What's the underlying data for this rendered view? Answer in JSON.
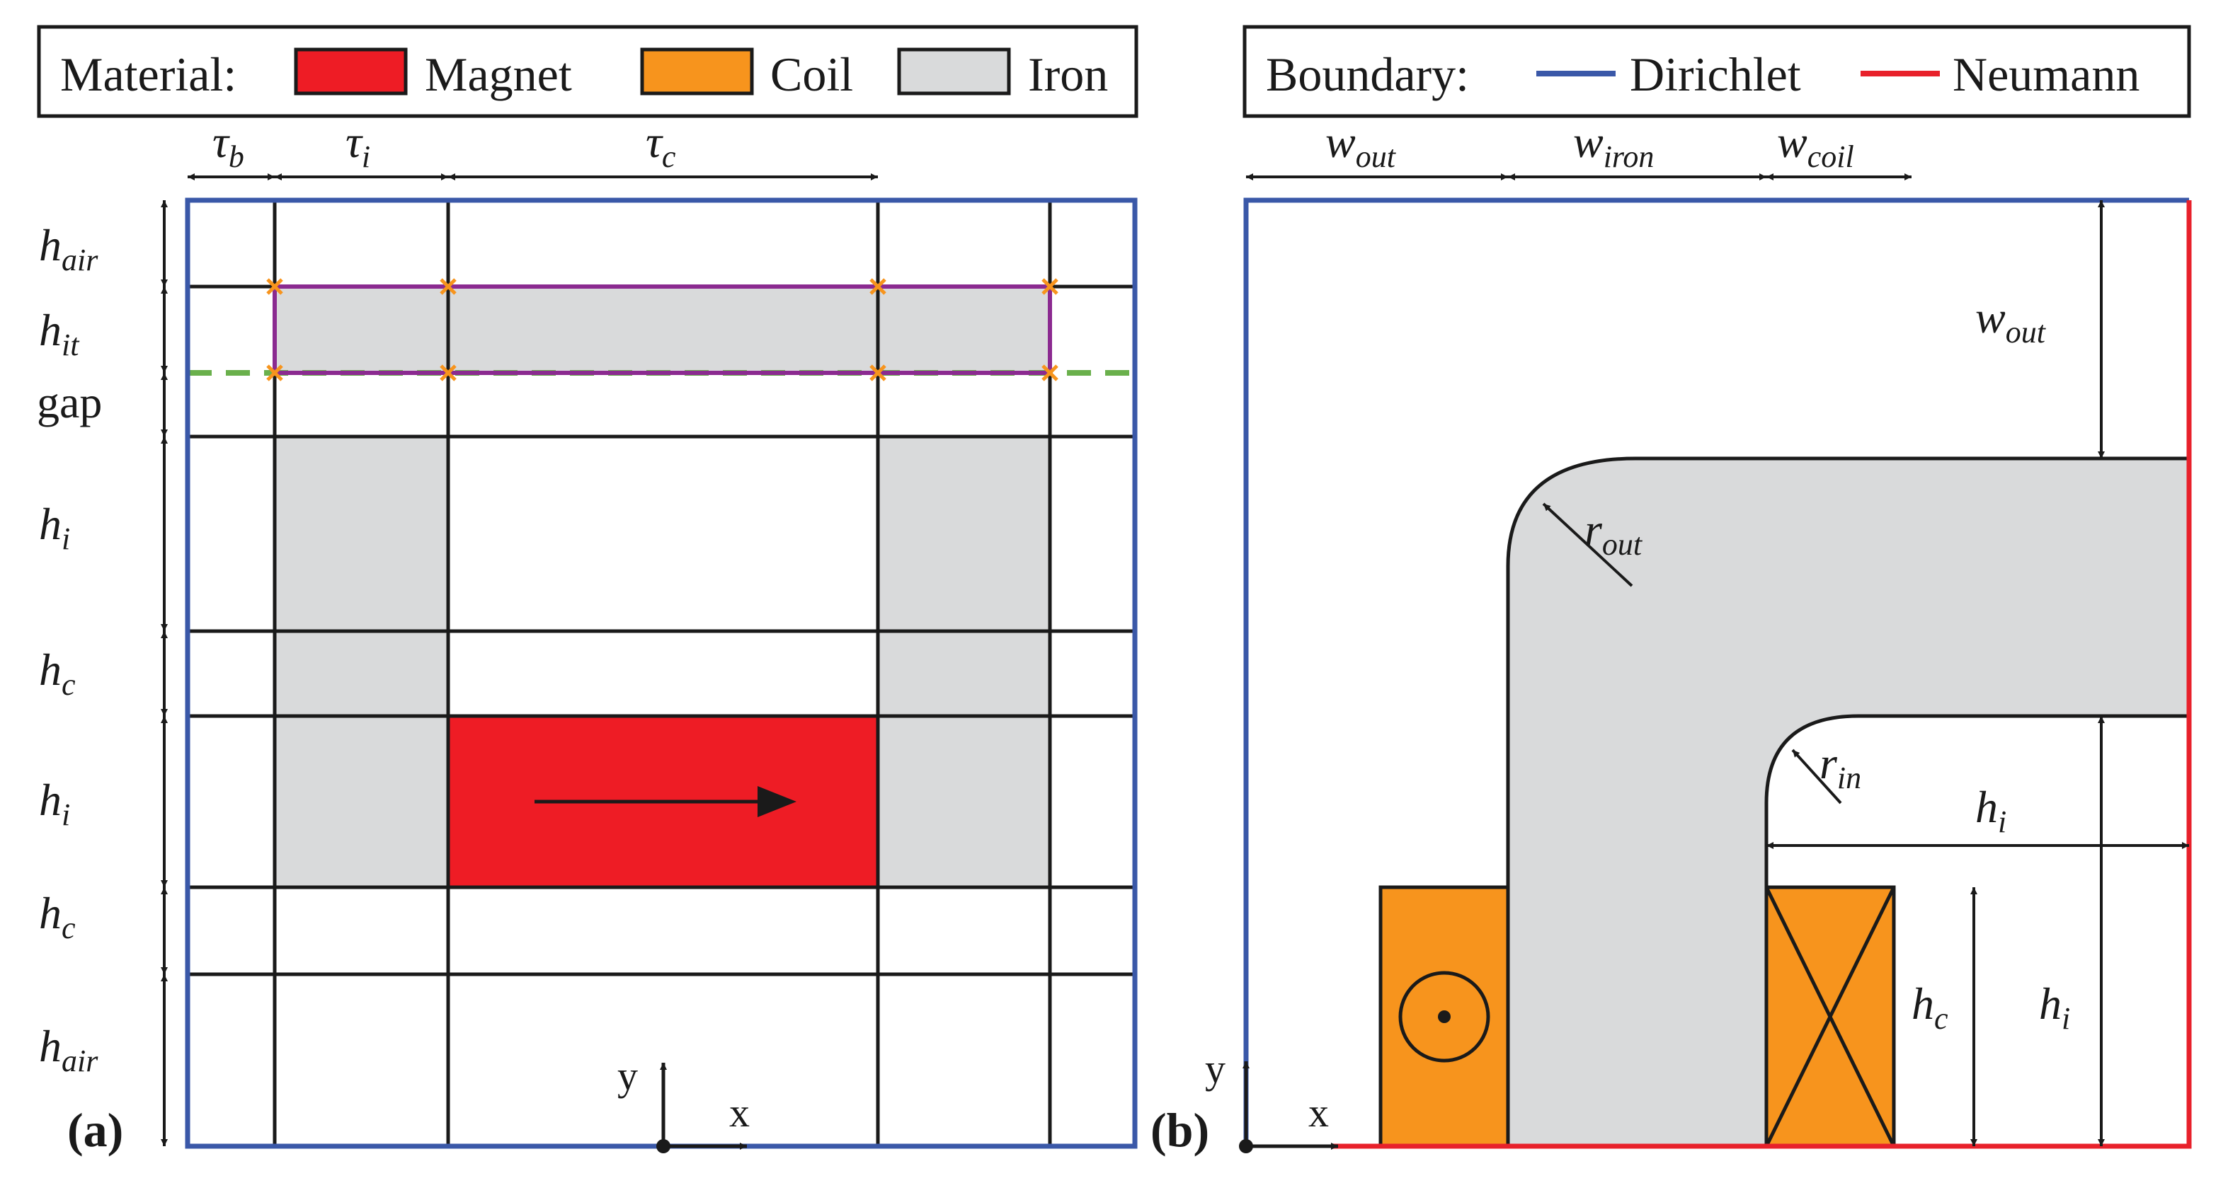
{
  "colors": {
    "magnet": "#ee1c25",
    "coil": "#f7941d",
    "iron": "#d9dadb",
    "dirichlet": "#3a58a8",
    "neumann": "#e8212b",
    "interface": "#8b2a90",
    "gap_line": "#6ab04c",
    "marker": "#f7941d",
    "line": "#1a1a1a"
  },
  "legend_a": {
    "title": "Material:",
    "items": [
      {
        "label": "Magnet",
        "color": "#ee1c25"
      },
      {
        "label": "Coil",
        "color": "#f7941d"
      },
      {
        "label": "Iron",
        "color": "#d9dadb"
      }
    ]
  },
  "legend_b": {
    "title": "Boundary:",
    "items": [
      {
        "label": "Dirichlet",
        "color": "#3a58a8"
      },
      {
        "label": "Neumann",
        "color": "#e8212b"
      }
    ]
  },
  "panel_a": {
    "label": "(a)",
    "dims_top": [
      {
        "sym": "τ",
        "sub": "b"
      },
      {
        "sym": "τ",
        "sub": "i"
      },
      {
        "sym": "τ",
        "sub": "c"
      }
    ],
    "dims_left": [
      {
        "sym": "h",
        "sub": "air"
      },
      {
        "sym": "h",
        "sub": "it"
      },
      {
        "sym": "gap",
        "sub": ""
      },
      {
        "sym": "h",
        "sub": "i"
      },
      {
        "sym": "h",
        "sub": "c"
      },
      {
        "sym": "h",
        "sub": "i"
      },
      {
        "sym": "h",
        "sub": "c"
      },
      {
        "sym": "h",
        "sub": "air"
      }
    ],
    "axis_x": "x",
    "axis_y": "y"
  },
  "panel_b": {
    "label": "(b)",
    "dims_top": [
      {
        "sym": "w",
        "sub": "out"
      },
      {
        "sym": "w",
        "sub": "iron"
      },
      {
        "sym": "w",
        "sub": "coil"
      }
    ],
    "dim_wout_vertical": {
      "sym": "w",
      "sub": "out"
    },
    "r_out": {
      "sym": "r",
      "sub": "out"
    },
    "r_in": {
      "sym": "r",
      "sub": "in"
    },
    "hi_horizontal": {
      "sym": "h",
      "sub": "i"
    },
    "hc_vertical": {
      "sym": "h",
      "sub": "c"
    },
    "hi_vertical": {
      "sym": "h",
      "sub": "i"
    },
    "axis_x": "x",
    "axis_y": "y"
  }
}
